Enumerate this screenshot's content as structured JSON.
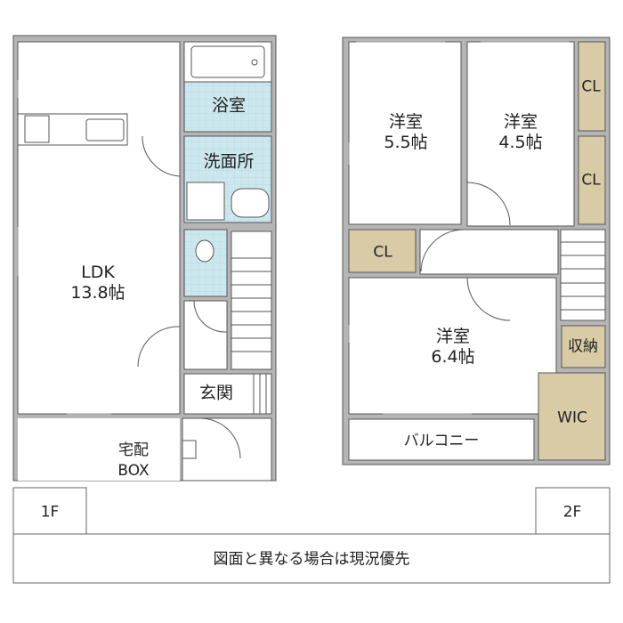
{
  "floor1": {
    "label": "1F",
    "rooms": {
      "ldk": {
        "name": "LDK",
        "size": "13.8帖"
      },
      "bath": {
        "name": "浴室"
      },
      "washroom": {
        "name": "洗面所"
      },
      "entrance": {
        "name": "玄関"
      },
      "delivery_box": {
        "line1": "宅配",
        "line2": "BOX"
      }
    }
  },
  "floor2": {
    "label": "2F",
    "rooms": {
      "room_a": {
        "name": "洋室",
        "size": "5.5帖"
      },
      "room_b": {
        "name": "洋室",
        "size": "4.5帖"
      },
      "room_c": {
        "name": "洋室",
        "size": "6.4帖"
      },
      "closet_a": "CL",
      "closet_b1": "CL",
      "closet_b2": "CL",
      "storage": "収納",
      "wic": "WIC",
      "balcony": "バルコニー"
    }
  },
  "note": "図面と異なる場合は現況優先",
  "colors": {
    "tile": "#cde7ee",
    "storage": "#d8cba6",
    "wall": "#b5b5b5",
    "line": "#555555"
  }
}
